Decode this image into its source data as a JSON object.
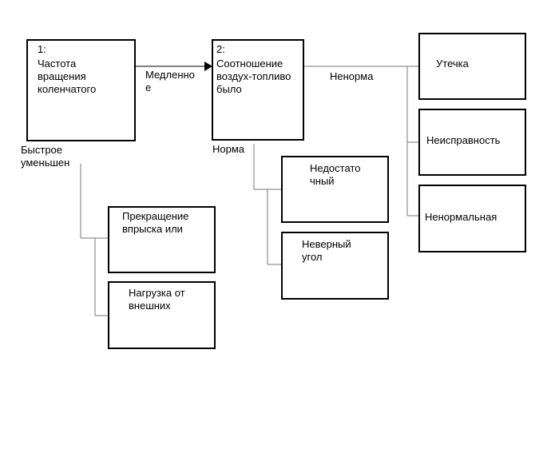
{
  "nodes": {
    "node1": {
      "num": "1:",
      "text": "Частота\nвращения\nколенчатого"
    },
    "node2": {
      "num": "2:",
      "text": "Соотношение\nвоздух-топливо\nбыло"
    },
    "leak": {
      "text": "Утечка"
    },
    "fault": {
      "text": "Неисправность"
    },
    "abnormal": {
      "text": "Ненормальная"
    },
    "insufficient": {
      "text": "Недостато\nчный"
    },
    "wrong_angle": {
      "text": "Неверный\nугол"
    },
    "injection_stop": {
      "text": "Прекращение\nвпрыска или"
    },
    "external_load": {
      "text": "Нагрузка от\nвнешних"
    }
  },
  "edges": {
    "slow": "Медленно\nе",
    "abnormal": "Ненорма",
    "normal": "Норма",
    "fast_decrease": "Быстрое\nуменьшен"
  }
}
